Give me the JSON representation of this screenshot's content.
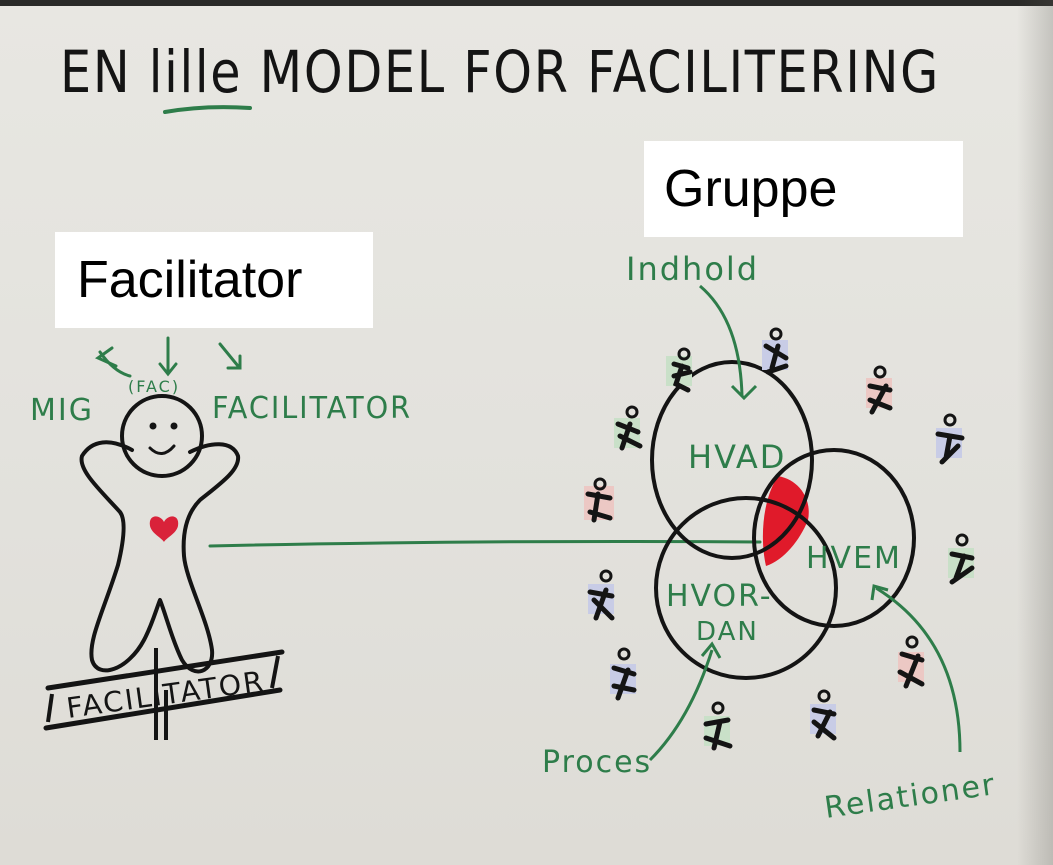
{
  "title": "EN lille MODEL FOR FACILITERING",
  "boxes": {
    "facilitator": "Facilitator",
    "gruppe": "Gruppe"
  },
  "person": {
    "left_label": "MIG",
    "middle_label": "(FAC)",
    "right_label": "FACILITATOR",
    "sign_label": "FACILITATOR"
  },
  "venn": {
    "top": "HVAD",
    "right": "HVEM",
    "bottom_line1": "HVOR-",
    "bottom_line2": "DAN"
  },
  "annotations": {
    "top": "Indhold",
    "bottom_left": "Proces",
    "bottom_right": "Relationer"
  },
  "colors": {
    "ink": "#141414",
    "marker_green": "#2e7d4a",
    "heart_red": "#d9223a",
    "highlight_red": "#e01a2a",
    "board": "#e8e7e2"
  }
}
